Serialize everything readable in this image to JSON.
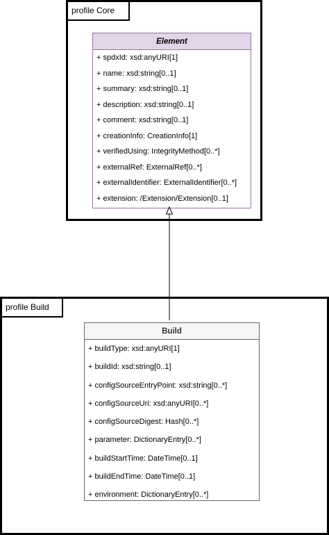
{
  "core_package": {
    "label": "profile Core",
    "class": {
      "name": "Element",
      "attributes": [
        "+ spdxId: xsd:anyURI[1]",
        "+ name: xsd:string[0..1]",
        "+ summary: xsd:string[0..1]",
        "+ description: xsd:string[0..1]",
        "+ comment: xsd:string[0..1]",
        "+ creationInfo: CreationInfo[1]",
        "+ verifiedUsing: IntegrityMethod[0..*]",
        "+ externalRef: ExternalRef[0..*]",
        "+ externalIdentifier: ExternalIdentifier[0..*]",
        "+ extension: /Extension/Extension[0..1]"
      ]
    }
  },
  "build_package": {
    "label": "profile Build",
    "class": {
      "name": "Build",
      "attributes": [
        "+ buildType: xsd:anyURI[1]",
        "+ buildId: xsd:string[0..1]",
        "+ configSourceEntryPoint: xsd:string[0..*]",
        "+ configSourceUri: xsd:anyURI[0..*]",
        "+ configSourceDigest: Hash[0..*]",
        "+ parameter: DictionaryEntry[0..*]",
        "+ buildStartTime: DateTime[0..1]",
        "+ buildEndTime: DateTime[0..1]",
        "+ environment: DictionaryEntry[0..*]"
      ]
    }
  }
}
